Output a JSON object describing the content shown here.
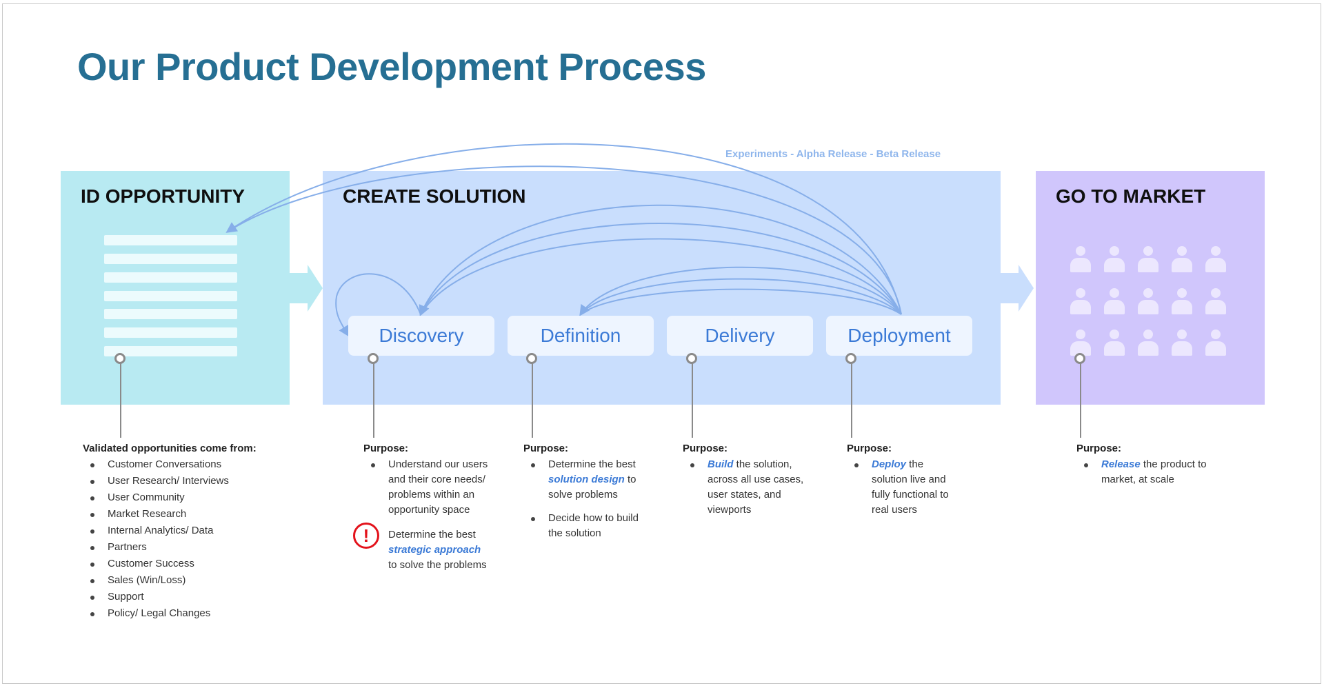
{
  "title": "Our Product Development Process",
  "panels": {
    "id": {
      "title": "ID OPPORTUNITY"
    },
    "cs": {
      "title": "CREATE SOLUTION"
    },
    "gm": {
      "title": "GO TO MARKET"
    }
  },
  "phases": [
    "Discovery",
    "Definition",
    "Delivery",
    "Deployment"
  ],
  "loop_label": "Experiments - Alpha Release - Beta Release",
  "opportunities": {
    "heading": "Validated opportunities come from:",
    "items": [
      "Customer Conversations",
      "User Research/ Interviews",
      "User Community",
      "Market Research",
      "Internal Analytics/ Data",
      "Partners",
      "Customer Success",
      "Sales (Win/Loss)",
      "Support",
      "Policy/ Legal Changes"
    ]
  },
  "purpose_label": "Purpose:",
  "discovery": {
    "p1_l1": "Understand our users",
    "p1_l2": "and their core needs/",
    "p1_l3": "problems within an",
    "p1_l4": "opportunity space",
    "p2_l1": "Determine the best",
    "p2_l2": "strategic approach",
    "p2_l3": "to solve the problems",
    "alert_glyph": "!"
  },
  "definition": {
    "p1_l1": "Determine the best",
    "p1_l2_hl": "solution design",
    "p1_l2_rest": " to",
    "p1_l3": "solve problems",
    "p2_l1": "Decide how to build",
    "p2_l2": "the solution"
  },
  "delivery": {
    "l1_hl": "Build",
    "l1_rest": " the solution,",
    "l2": "across all use cases,",
    "l3": "user states, and",
    "l4": "viewports"
  },
  "deployment": {
    "l1_hl": "Deploy",
    "l1_rest": " the",
    "l2": "solution live and",
    "l3": "fully functional to",
    "l4": "real users"
  },
  "gotomarket": {
    "l1_hl": "Release",
    "l1_rest": " the product to",
    "l2": "market, at scale"
  },
  "colors": {
    "title": "#266f93",
    "id_panel": "#b8eaf2",
    "cs_panel": "#c9defd",
    "gm_panel": "#d0c6fc",
    "phase_text": "#3b7ad6",
    "loop_arrows": "#86aee9",
    "alert": "#e3121b"
  }
}
